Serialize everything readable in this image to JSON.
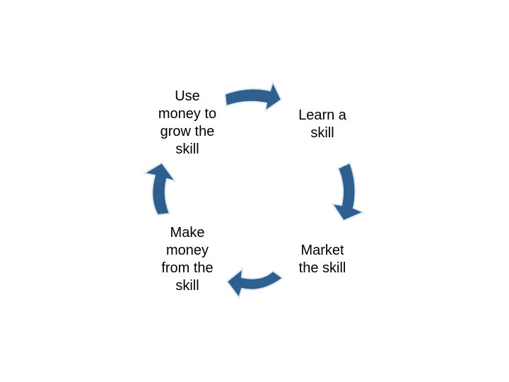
{
  "cycle": {
    "steps": [
      {
        "id": "learn",
        "label": "Learn a\nskill"
      },
      {
        "id": "market",
        "label": "Market\nthe skill"
      },
      {
        "id": "make-money",
        "label": "Make\nmoney\nfrom the\nskill"
      },
      {
        "id": "use-money",
        "label": "Use\nmoney to\ngrow the\nskill"
      }
    ],
    "colors": {
      "arrow_fill": "#2e5f8f",
      "arrow_outline": "#dfe8f1",
      "text": "#000000"
    }
  }
}
